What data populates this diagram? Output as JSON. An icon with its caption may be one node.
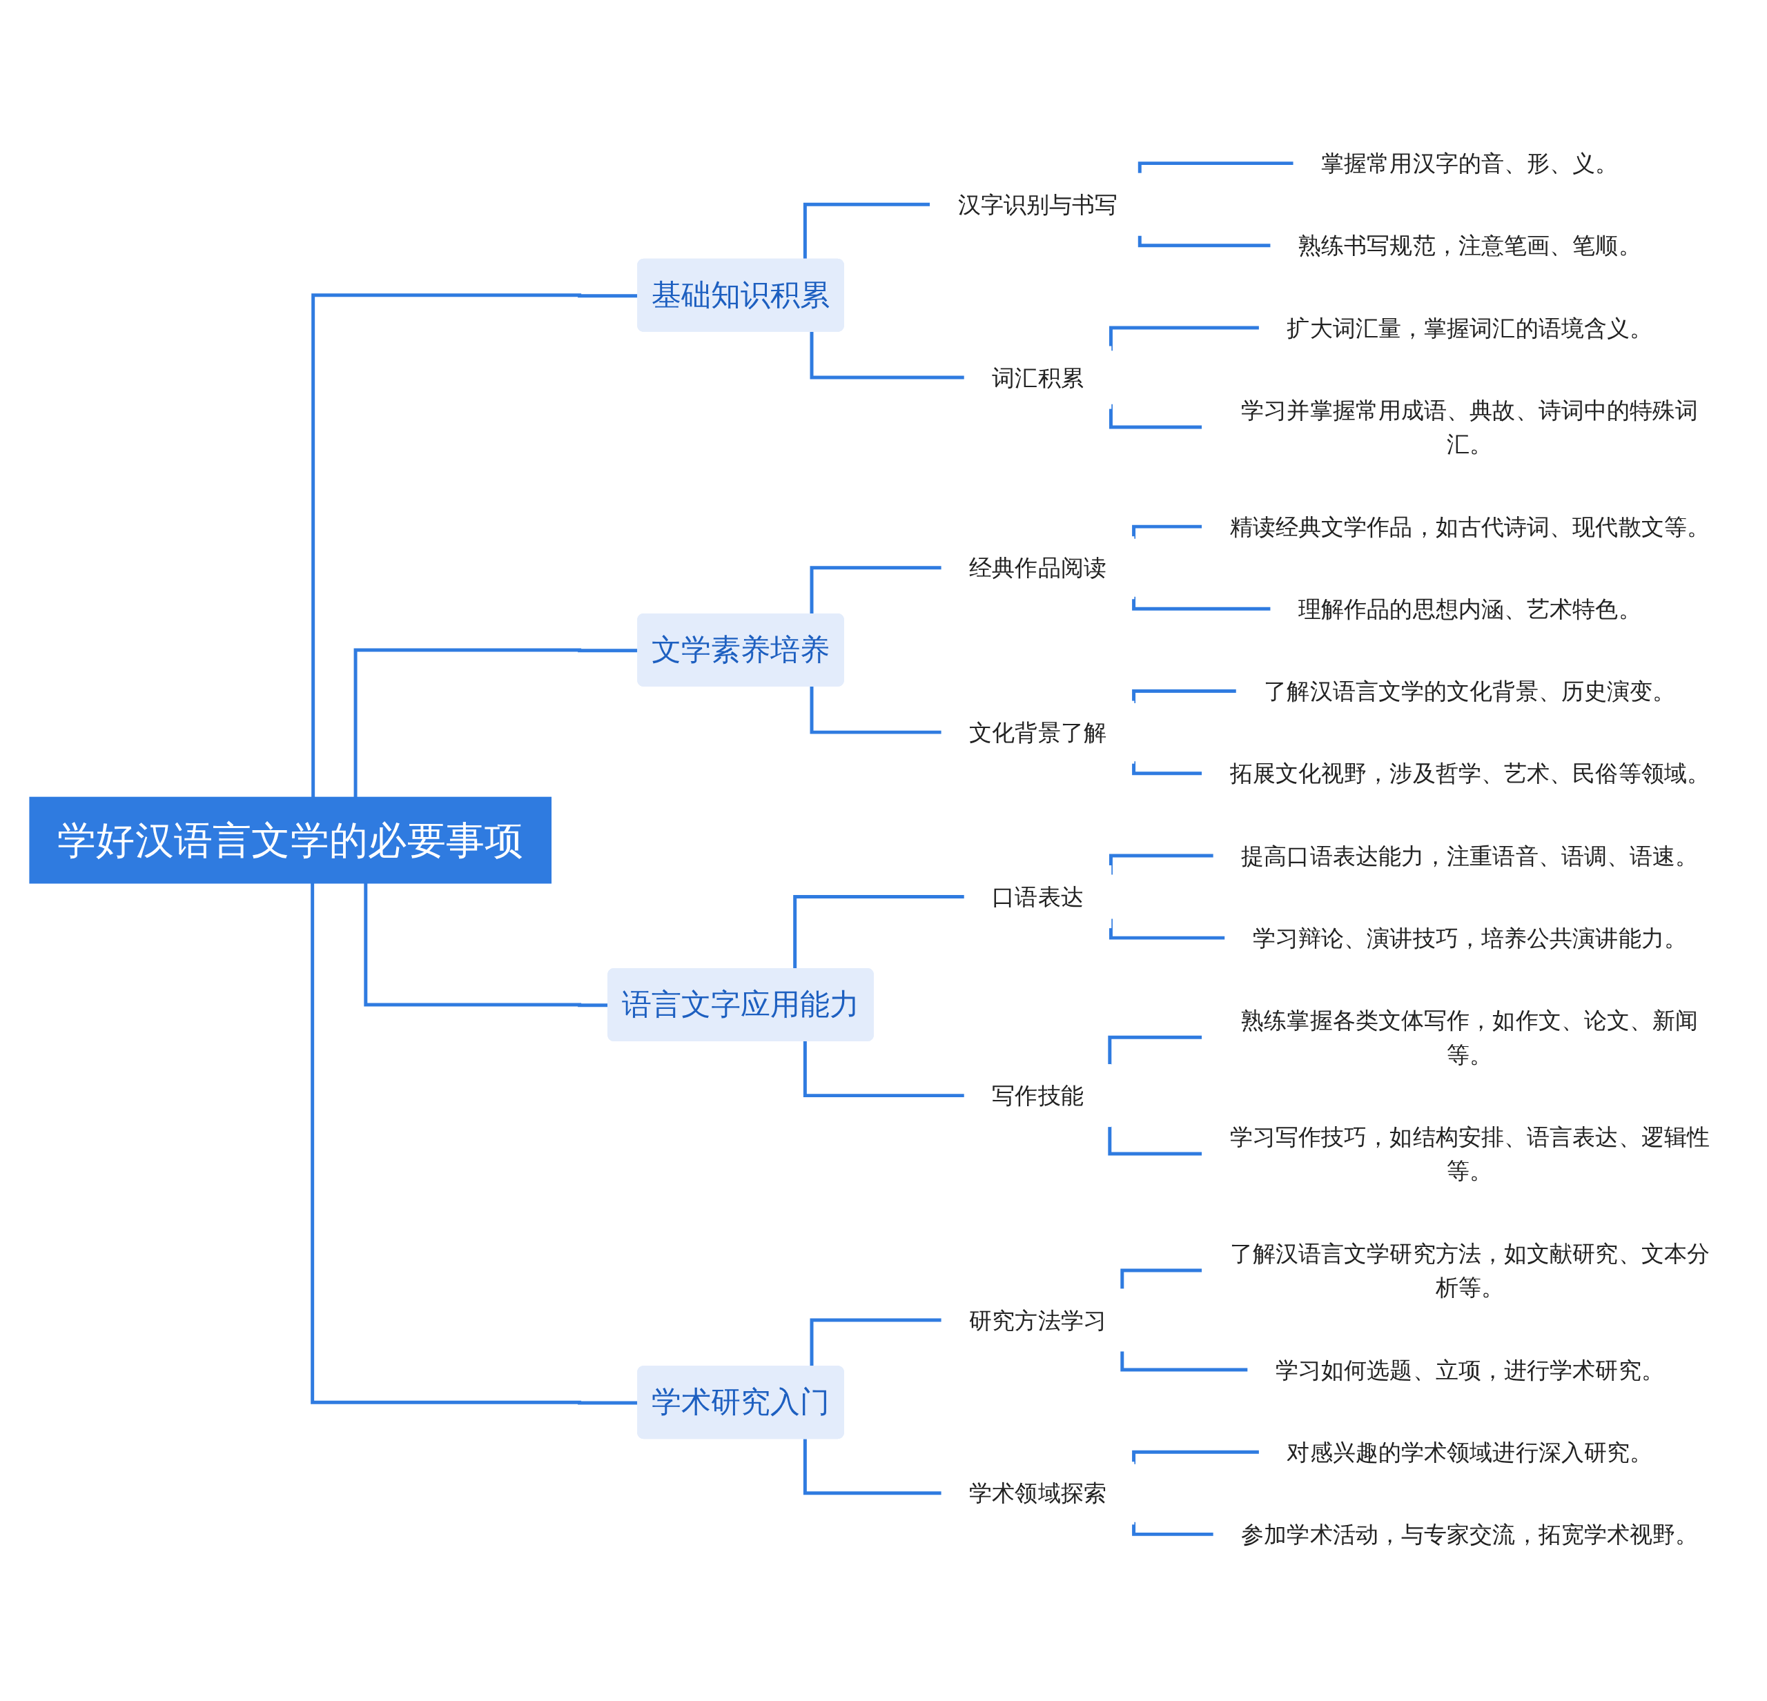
{
  "diagram": {
    "nodes": [
      {
        "text": [
          "学好汉语言文学的必要事项"
        ]
      },
      {
        "text": [
          "基础知识积累"
        ]
      },
      {
        "text": [
          "汉字识别与书写"
        ]
      },
      {
        "text": [
          "掌握常用汉字的音、形、义。"
        ]
      },
      {
        "text": [
          "熟练书写规范，注意笔画、笔顺。"
        ]
      },
      {
        "text": [
          "词汇积累"
        ]
      },
      {
        "text": [
          "扩大词汇量，掌握词汇的语境含义。"
        ]
      },
      {
        "text": [
          "学习并掌握常用成语、典故、诗词中的特殊词汇。"
        ]
      },
      {
        "text": [
          "文学素养培养"
        ]
      },
      {
        "text": [
          "经典作品阅读"
        ]
      },
      {
        "text": [
          "精读经典文学作品，如古代诗词、现代散文等。"
        ]
      },
      {
        "text": [
          "理解作品的思想内涵、艺术特色。"
        ]
      },
      {
        "text": [
          "文化背景了解"
        ]
      },
      {
        "text": [
          "了解汉语言文学的文化背景、历史演变。"
        ]
      },
      {
        "text": [
          "拓展文化视野，涉及哲学、艺术、民俗等领域。"
        ]
      },
      {
        "text": [
          "语言文字应用能力"
        ]
      },
      {
        "text": [
          "口语表达"
        ]
      },
      {
        "text": [
          "提高口语表达能力，注重语音、语调、语速。"
        ]
      },
      {
        "text": [
          "学习辩论、演讲技巧，培养公共演讲能力。"
        ]
      },
      {
        "text": [
          "写作技能"
        ]
      },
      {
        "text": [
          "熟练掌握各类文体写作，如作文、论文、新闻等。"
        ]
      },
      {
        "text": [
          "学习写作技巧，如结构安排、语言表达、逻辑性等。"
        ]
      },
      {
        "text": [
          "学术研究入门"
        ]
      },
      {
        "text": [
          "研究方法学习"
        ]
      },
      {
        "text": [
          "了解汉语言文学研究方法，如文献研究、文本分析等。"
        ]
      },
      {
        "text": [
          "学习如何选题、立项，进行学术研究。"
        ]
      },
      {
        "text": [
          "学术领域探索"
        ]
      },
      {
        "text": [
          "对感兴趣的学术领域进行深入研究。"
        ]
      },
      {
        "text": [
          "参加学术活动，与专家交流，拓宽学术视野。"
        ]
      }
    ],
    "edges": [
      {
        "from": 0,
        "to": 1,
        "arrow": "none"
      },
      {
        "from": 1,
        "to": 2,
        "arrow": "none"
      },
      {
        "from": 2,
        "to": 3,
        "arrow": "none"
      },
      {
        "from": 2,
        "to": 4,
        "arrow": "none"
      },
      {
        "from": 1,
        "to": 5,
        "arrow": "none"
      },
      {
        "from": 5,
        "to": 6,
        "arrow": "none"
      },
      {
        "from": 5,
        "to": 7,
        "arrow": "none"
      },
      {
        "from": 0,
        "to": 8,
        "arrow": "none"
      },
      {
        "from": 8,
        "to": 9,
        "arrow": "none"
      },
      {
        "from": 9,
        "to": 10,
        "arrow": "none"
      },
      {
        "from": 9,
        "to": 11,
        "arrow": "none"
      },
      {
        "from": 8,
        "to": 12,
        "arrow": "none"
      },
      {
        "from": 12,
        "to": 13,
        "arrow": "none"
      },
      {
        "from": 12,
        "to": 14,
        "arrow": "none"
      },
      {
        "from": 0,
        "to": 15,
        "arrow": "none"
      },
      {
        "from": 15,
        "to": 16,
        "arrow": "none"
      },
      {
        "from": 16,
        "to": 17,
        "arrow": "none"
      },
      {
        "from": 16,
        "to": 18,
        "arrow": "none"
      },
      {
        "from": 15,
        "to": 19,
        "arrow": "none"
      },
      {
        "from": 19,
        "to": 20,
        "arrow": "none"
      },
      {
        "from": 19,
        "to": 21,
        "arrow": "none"
      },
      {
        "from": 0,
        "to": 22,
        "arrow": "none"
      },
      {
        "from": 22,
        "to": 23,
        "arrow": "none"
      },
      {
        "from": 23,
        "to": 24,
        "arrow": "none"
      },
      {
        "from": 23,
        "to": 25,
        "arrow": "none"
      },
      {
        "from": 22,
        "to": 26,
        "arrow": "none"
      },
      {
        "from": 26,
        "to": 27,
        "arrow": "none"
      },
      {
        "from": 26,
        "to": 28,
        "arrow": "none"
      }
    ]
  }
}
